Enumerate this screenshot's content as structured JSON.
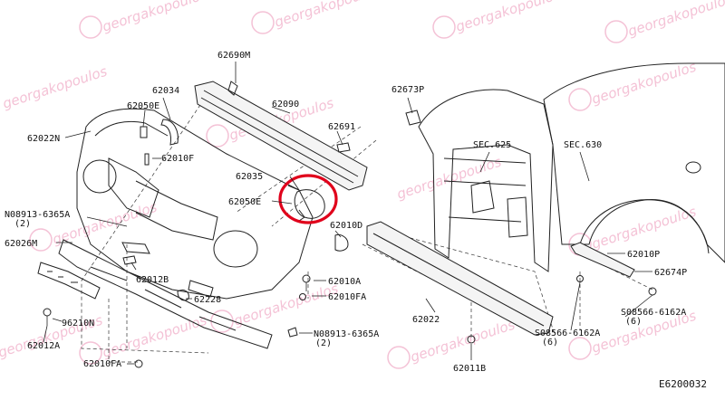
{
  "drawing_code": "E6200032",
  "watermark": "georgakopoulos",
  "highlight_color": "#e0001b",
  "watermark_color": "#e0508a",
  "labels": {
    "p62690M": "62690M",
    "p62034": "62034",
    "p62050E_top": "62050E",
    "p62090": "62090",
    "p62022N": "62022N",
    "p62010F": "62010F",
    "p62691": "62691",
    "p62035": "62035",
    "p62050E_mid": "62050E",
    "p08913_top": "N08913-6365A",
    "p08913_top_qty": "(2)",
    "p62026M": "62026M",
    "p62010D": "62010D",
    "p62012B": "62012B",
    "p62010A": "62010A",
    "p62010FA_mid": "62010FA",
    "p62228": "62228",
    "p96210N": "96210N",
    "p62012A": "62012A",
    "p08913_bot": "N08913-6365A",
    "p08913_bot_qty": "(2)",
    "p62010FA_bot": "62010FA",
    "p62673P": "62673P",
    "sec625": "SEC.625",
    "sec630": "SEC.630",
    "p62010P": "62010P",
    "p62674P": "62674P",
    "p62022": "62022",
    "p08566_a": "S08566-6162A",
    "p08566_a_qty": "(6)",
    "p08566_b": "S08566-6162A",
    "p08566_b_qty": "(6)",
    "p62011B": "62011B"
  }
}
